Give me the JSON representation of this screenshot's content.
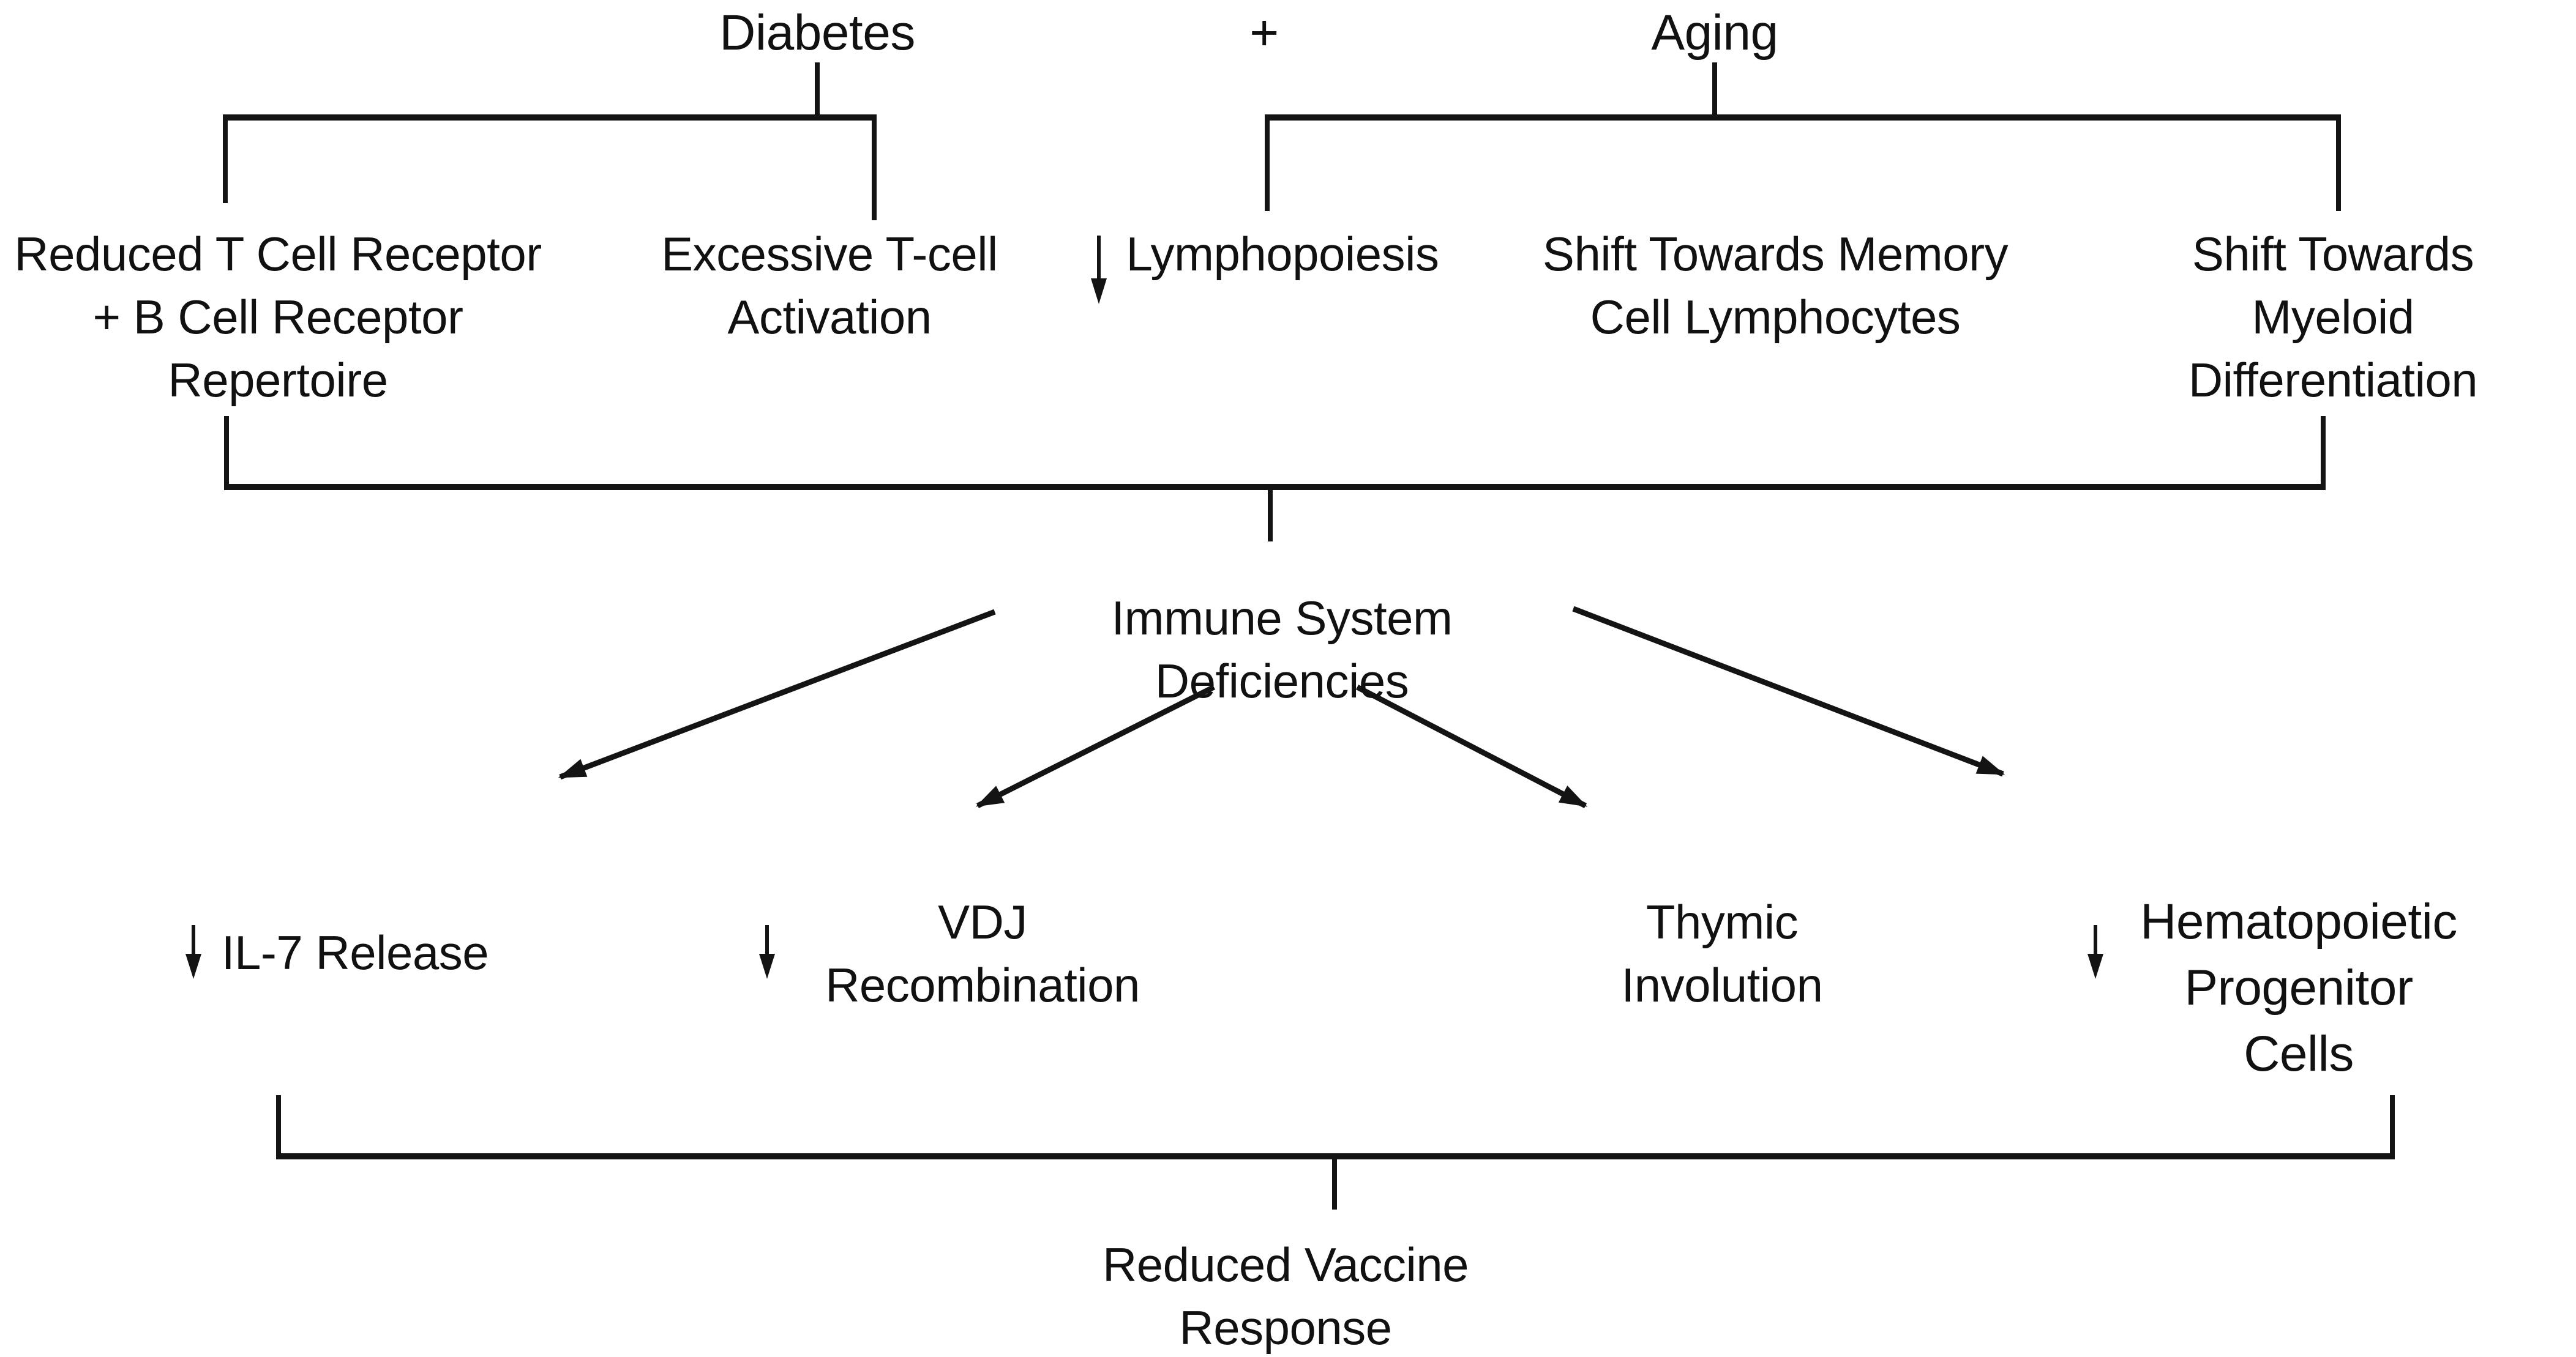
{
  "title": "Diabetes and Aging immune deficiency flowchart",
  "colors": {
    "background": "#ffffff",
    "ink": "#141414",
    "text": "#111111"
  },
  "top_row": {
    "diabetes": "Diabetes",
    "plus": "+",
    "aging": "Aging"
  },
  "tier1": {
    "reduced_receptor": "Reduced T Cell Receptor\n+ B Cell Receptor\nRepertoire",
    "excessive_activation": "Excessive T-cell\nActivation",
    "lymphopoiesis": "Lymphopoiesis",
    "memory_shift": "Shift Towards Memory\nCell Lymphocytes",
    "myeloid_shift": "Shift Towards Myeloid\nDifferentiation"
  },
  "center": {
    "immune_deficiencies": "Immune System\nDeficiencies"
  },
  "tier2": {
    "il7_release": "IL-7 Release",
    "vdj_recombination": "VDJ\nRecombination",
    "thymic_involution": "Thymic\nInvolution",
    "hematopoietic_progenitors": "Hematopoietic\nProgenitor Cells"
  },
  "bottom": {
    "reduced_vaccine_response": "Reduced Vaccine\nResponse"
  },
  "icons": {
    "decrease": "down-arrow-icon",
    "flow": "diagonal-arrow-icon"
  }
}
